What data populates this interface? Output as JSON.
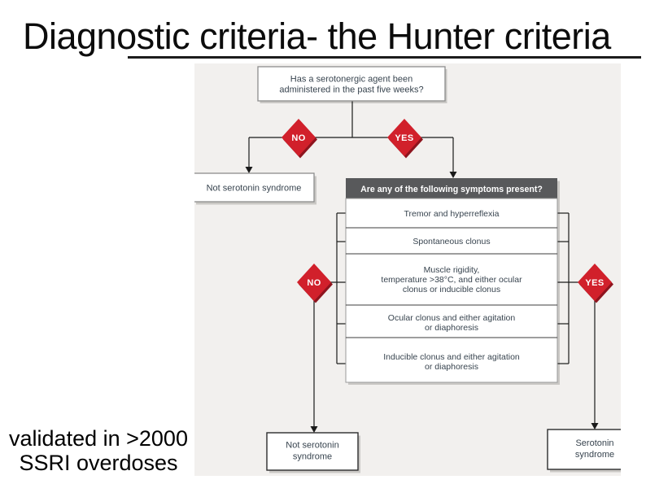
{
  "slide": {
    "title": "Diagnostic criteria- the Hunter criteria",
    "note": {
      "line1": "validated in >2000",
      "line2": "SSRI overdoses"
    }
  },
  "flowchart": {
    "question": {
      "line1": "Has a serotonergic agent been",
      "line2": "administered in the past five weeks?"
    },
    "no_label": "NO",
    "yes_label": "YES",
    "not_serotonin_label": "Not serotonin syndrome",
    "symptoms_header": "Are any of the following symptoms present?",
    "symptoms": [
      {
        "lines": [
          "Tremor and hyperreflexia"
        ]
      },
      {
        "lines": [
          "Spontaneous clonus"
        ]
      },
      {
        "lines": [
          "Muscle rigidity,",
          "temperature >38°C, and either ocular",
          "clonus or inducible clonus"
        ]
      },
      {
        "lines": [
          "Ocular clonus and either agitation",
          "or diaphoresis"
        ]
      },
      {
        "lines": [
          "Inducible clonus and either agitation",
          "or diaphoresis"
        ]
      }
    ],
    "outcome_negative": {
      "line1": "Not serotonin",
      "line2": "syndrome"
    },
    "outcome_positive": {
      "line1": "Serotonin",
      "line2": "syndrome"
    }
  },
  "colors": {
    "diamond_red": "#d1202b",
    "header_gray": "#58595b",
    "flowchart_bg": "#f2f0ee",
    "box_text": "#38444f"
  }
}
